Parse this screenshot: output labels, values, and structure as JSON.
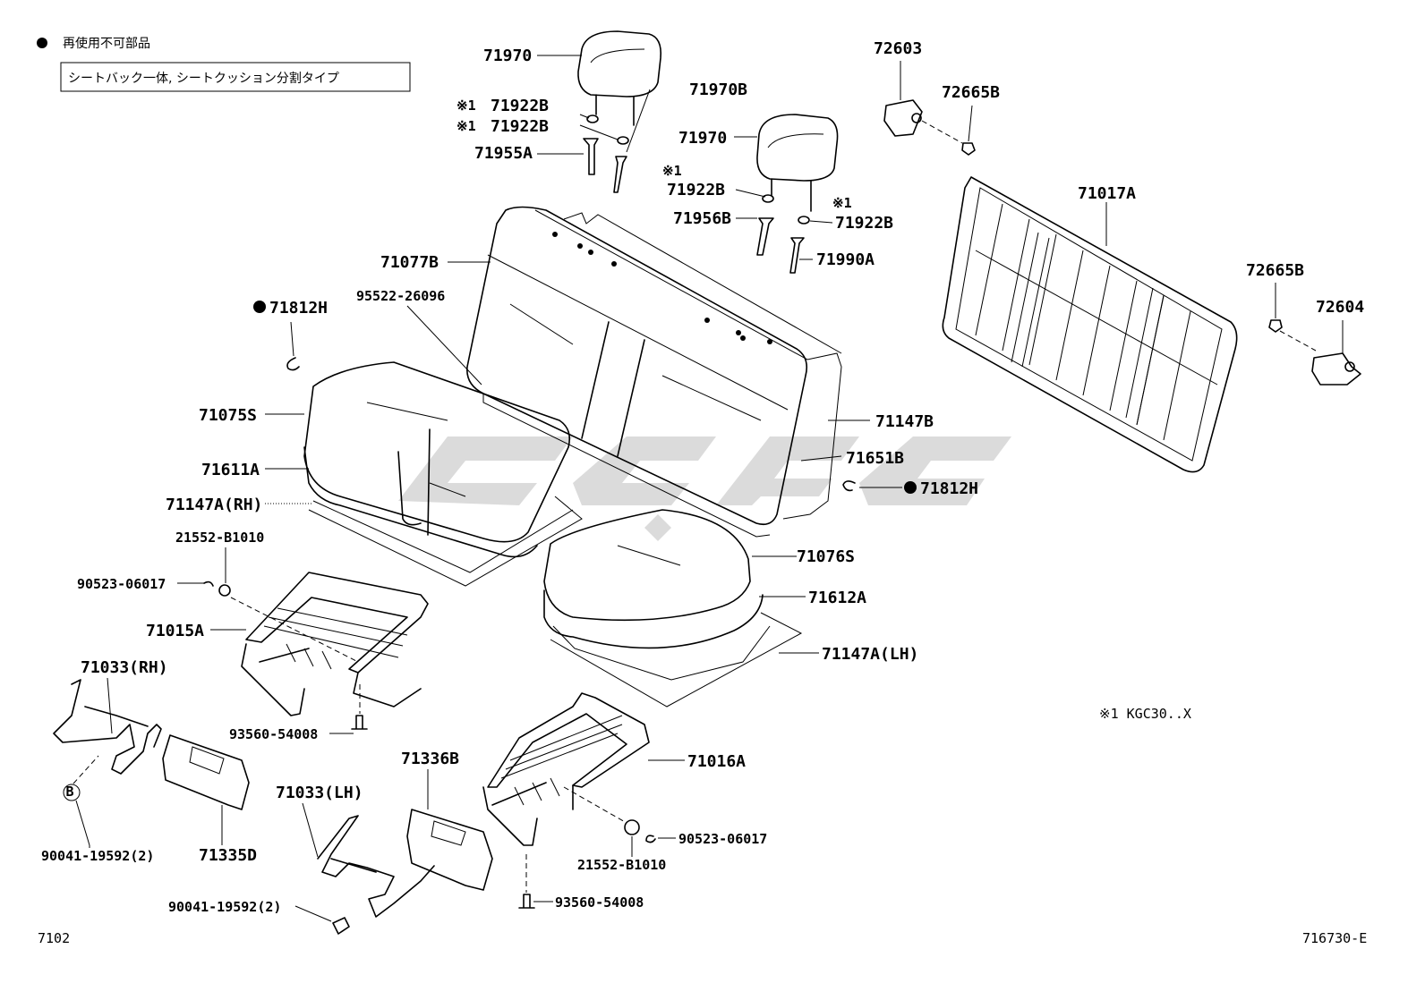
{
  "legend": {
    "bullet_text": "再使用不可部品",
    "box_text": "シートバック一体, シートクッション分割タイプ"
  },
  "footnote": "※1  KGC30..X",
  "asterisk": "※1",
  "footer": {
    "left": "7102",
    "right": "716730-E"
  },
  "labels": {
    "p71970_a": "71970",
    "p71970b": "71970B",
    "p71922b_a": "71922B",
    "p71922b_b": "71922B",
    "p71955a": "71955A",
    "p71970_b": "71970",
    "p71922b_c": "71922B",
    "p71922b_d": "71922B",
    "p71956b": "71956B",
    "p71990a": "71990A",
    "p71077b": "71077B",
    "p95522": "95522-26096",
    "p71812h_a": "71812H",
    "p71075s": "71075S",
    "p71611a": "71611A",
    "p71147a_rh": "71147A(RH)",
    "p21552_a": "21552-B1010",
    "p90523_a": "90523-06017",
    "p71015a": "71015A",
    "p71033_rh": "71033(RH)",
    "p93560_a": "93560-54008",
    "p90041_a": "90041-19592(2)",
    "p71335d": "71335D",
    "p71033_lh": "71033(LH)",
    "p90041_b": "90041-19592(2)",
    "p71336b": "71336B",
    "p93560_b": "93560-54008",
    "p21552_b": "21552-B1010",
    "p90523_b": "90523-06017",
    "p71016a": "71016A",
    "p71147a_lh": "71147A(LH)",
    "p71612a": "71612A",
    "p71076s": "71076S",
    "p71812h_b": "71812H",
    "p71651b": "71651B",
    "p71147b": "71147B",
    "p72603": "72603",
    "p72665b_a": "72665B",
    "p71017a": "71017A",
    "p72665b_b": "72665B",
    "p72604": "72604",
    "circle_b": "B"
  }
}
